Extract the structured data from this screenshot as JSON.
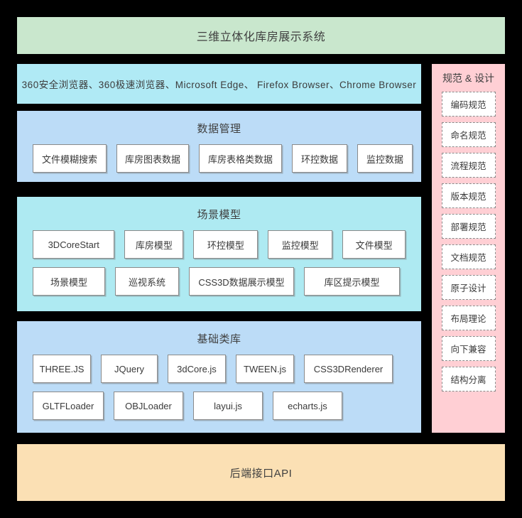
{
  "header": {
    "title": "三维立体化库房展示系统"
  },
  "browsers": {
    "title": "360安全浏览器、360极速浏览器、Microsoft Edge、 Firefox Browser、Chrome Browser"
  },
  "data_management": {
    "title": "数据管理",
    "items": [
      {
        "label": "文件模糊搜索",
        "width": 108
      },
      {
        "label": "库房图表数据",
        "width": 102
      },
      {
        "label": "库房表格类数据",
        "width": 117
      },
      {
        "label": "环控数据",
        "width": 82
      },
      {
        "label": "监控数据",
        "width": 82
      }
    ]
  },
  "scene_model": {
    "title": "场景模型",
    "row1": [
      {
        "label": "3DCoreStart",
        "width": 117
      },
      {
        "label": "库房模型",
        "width": 84
      },
      {
        "label": "环控模型",
        "width": 92
      },
      {
        "label": "监控模型",
        "width": 92
      },
      {
        "label": "文件模型",
        "width": 90
      }
    ],
    "row2": [
      {
        "label": "场景模型",
        "width": 102
      },
      {
        "label": "巡视系统",
        "width": 90
      },
      {
        "label": "CSS3D数据展示模型",
        "width": 148
      },
      {
        "label": "库区提示模型",
        "width": 135
      }
    ]
  },
  "base_library": {
    "title": "基础类库",
    "row1": [
      {
        "label": "THREE.JS",
        "width": 82
      },
      {
        "label": "JQuery",
        "width": 80
      },
      {
        "label": "3dCore.js",
        "width": 82
      },
      {
        "label": "TWEEN.js",
        "width": 82
      },
      {
        "label": "CSS3DRenderer",
        "width": 125
      }
    ],
    "row2": [
      {
        "label": "GLTFLoader",
        "width": 100
      },
      {
        "label": "OBJLoader",
        "width": 98
      },
      {
        "label": "layui.js",
        "width": 98
      },
      {
        "label": "echarts.js",
        "width": 98
      }
    ]
  },
  "sidebar": {
    "title": "规范 & 设计",
    "items": [
      {
        "label": "编码规范"
      },
      {
        "label": "命名规范"
      },
      {
        "label": "流程规范"
      },
      {
        "label": "版本规范"
      },
      {
        "label": "部署规范"
      },
      {
        "label": "文档规范"
      },
      {
        "label": "原子设计"
      },
      {
        "label": "布局理论"
      },
      {
        "label": "向下兼容"
      },
      {
        "label": "结构分离"
      }
    ]
  },
  "backend": {
    "title": "后端接口API"
  },
  "colors": {
    "background": "#000000",
    "header_green": "#c9e7cd",
    "browser_cyan": "#b0eaf5",
    "data_blue": "#bcdcf7",
    "scene_cyan": "#aeeaf2",
    "library_blue": "#bcdcf7",
    "sidebar_pink": "#ffcfd4",
    "api_orange": "#fbe0b4",
    "chip_white": "#ffffff",
    "chip_border": "#8a8a8a",
    "text": "#3a3a3a"
  }
}
